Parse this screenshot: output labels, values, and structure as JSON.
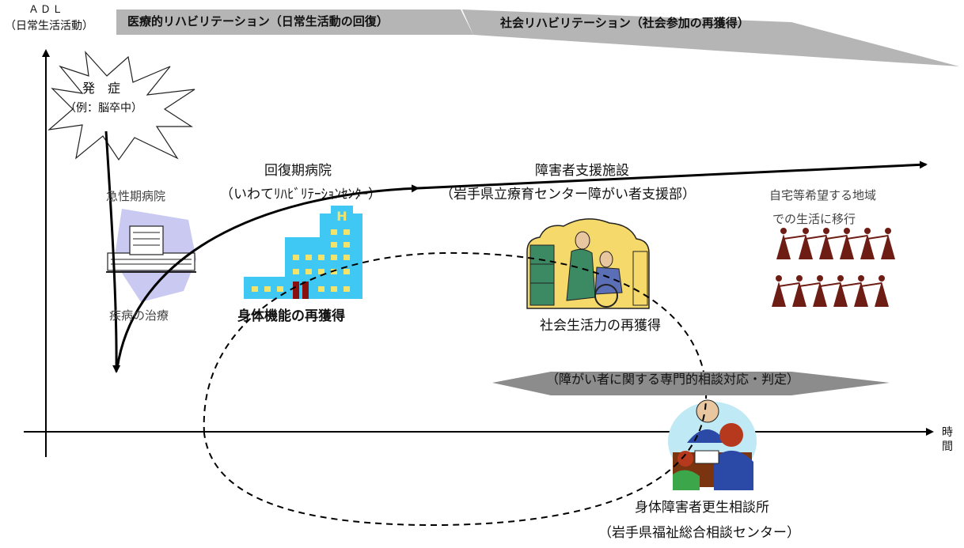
{
  "axis": {
    "y_label_line1": "ＡＤＬ",
    "y_label_line2": "（日常生活活動）",
    "x_label": "時間"
  },
  "banners": {
    "medical": "医療的リハビリテーション（日常生活動の回復）",
    "social": "社会リハビリテーション（社会参加の再獲得）"
  },
  "onset": {
    "line1": "発　症",
    "line2": "（例：脳卒中）"
  },
  "acute": {
    "title": "急性期病院",
    "caption": "疾病の治療"
  },
  "recovery": {
    "title": "回復期病院",
    "subtitle": "（いわてﾘﾊﾋﾞﾘﾃｰｼｮﾝｾﾝﾀｰ）",
    "caption": "身体機能の再獲得"
  },
  "support": {
    "title": "障害者支援施設",
    "subtitle": "（岩手県立療育センター障がい者支援部）",
    "caption": "社会生活力の再獲得"
  },
  "community": {
    "line1": "自宅等希望する地域",
    "line2": "での生活に移行"
  },
  "consultation": {
    "banner": "（障がい者に関する専門的相談対応・判定）",
    "title": "身体障害者更生相談所",
    "subtitle": "（岩手県福祉総合相談センター）"
  },
  "colors": {
    "banner_gray": "#b7b7b7",
    "banner_dark": "#8c8c8c",
    "building_blue": "#3fc8f4",
    "building_yellow": "#f3e36a",
    "building_door": "#8a1010",
    "hospital_bg": "#c9c9f2",
    "doll": "#6e1d14"
  }
}
